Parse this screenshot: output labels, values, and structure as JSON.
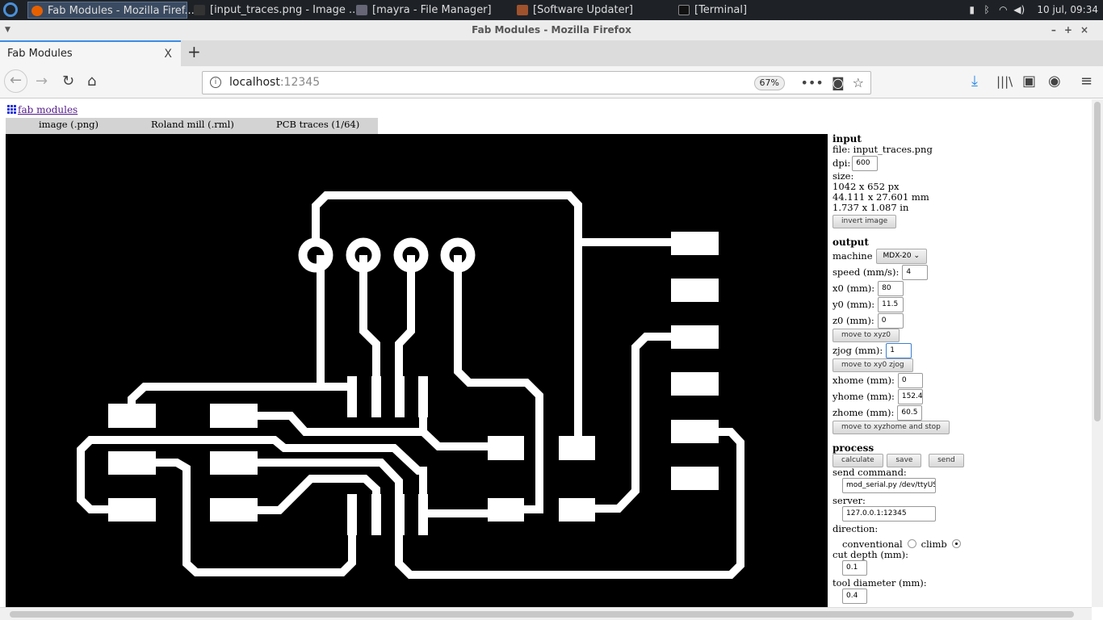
{
  "taskbar": {
    "items": [
      "Fab Modules - Mozilla Firef...",
      "[input_traces.png - Image ...",
      "[mayra - File Manager]",
      "[Software Updater]",
      "[Terminal]"
    ],
    "clock": "10 jul, 09:34"
  },
  "window": {
    "title": "Fab Modules - Mozilla Firefox"
  },
  "tab": {
    "label": "Fab Modules",
    "close": "X",
    "new": "+"
  },
  "nav": {
    "url_host": "localhost",
    "url_port": ":12345",
    "zoom": "67%"
  },
  "page": {
    "link": "fab modules",
    "tabs": [
      "image (.png)",
      "Roland mill (.rml)",
      "PCB traces (1/64)"
    ],
    "input": {
      "heading": "input",
      "file": "file: input_traces.png",
      "dpi_label": "dpi:",
      "dpi": "600",
      "size_label": "size:",
      "size_px": "1042 x 652 px",
      "size_mm": "44.111 x 27.601 mm",
      "size_in": "1.737 x 1.087 in",
      "invert": "invert image"
    },
    "output": {
      "heading": "output",
      "machine_label": "machine",
      "machine": "MDX-20",
      "speed_label": "speed (mm/s):",
      "speed": "4",
      "x0_label": "x0 (mm):",
      "x0": "80",
      "y0_label": "y0 (mm):",
      "y0": "11.5",
      "z0_label": "z0 (mm):",
      "z0": "0",
      "move_xyz0": "move to xyz0",
      "zjog_label": "zjog (mm):",
      "zjog": "1",
      "move_xy0": "move to xy0 zjog",
      "xhome_label": "xhome (mm):",
      "xhome": "0",
      "yhome_label": "yhome (mm):",
      "yhome": "152.4",
      "zhome_label": "zhome (mm):",
      "zhome": "60.5",
      "move_home": "move to xyzhome and stop"
    },
    "process": {
      "heading": "process",
      "calculate": "calculate",
      "save": "save",
      "send": "send",
      "send_cmd_label": "send command:",
      "send_cmd": "mod_serial.py /dev/ttyUSB",
      "server_label": "server:",
      "server": "127.0.0.1:12345",
      "direction_label": "direction:",
      "conventional": "conventional",
      "climb": "climb",
      "direction": "climb",
      "cut_depth_label": "cut depth (mm):",
      "cut_depth": "0.1",
      "tool_diam_label": "tool diameter (mm):",
      "tool_diam": "0.4"
    }
  }
}
